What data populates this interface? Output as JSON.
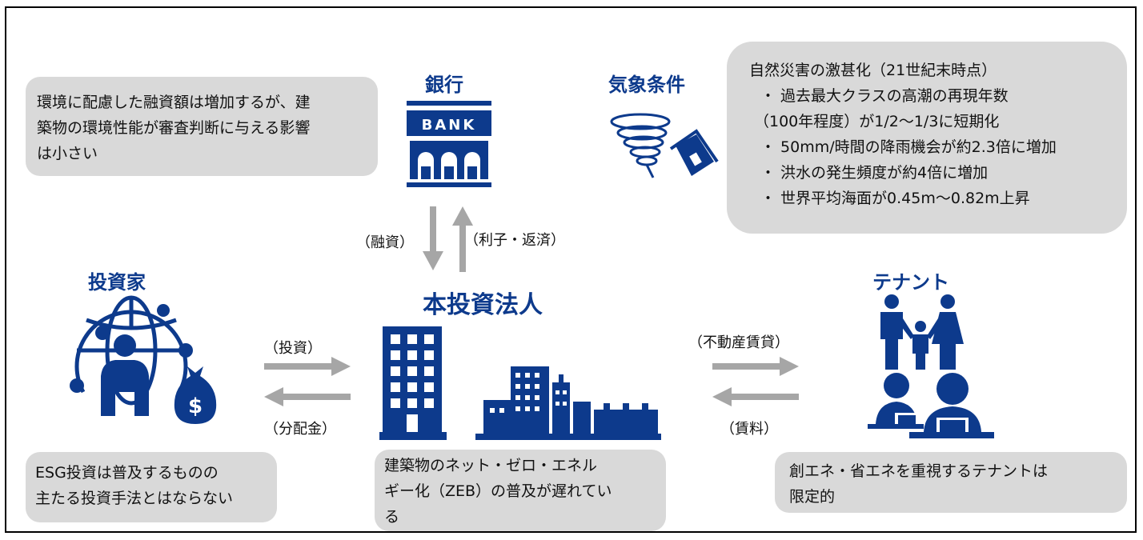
{
  "colors": {
    "brand": "#0d3a8c",
    "box": "#d9d9d9",
    "arrow": "#a6a6a6"
  },
  "bank": {
    "title": "銀行",
    "icon_text": "BANK",
    "note_lines": [
      "環境に配慮した融資額は増加するが、建",
      "築物の環境性能が審査判断に与える影響",
      "は小さい"
    ],
    "arrow_down_label": "（融資）",
    "arrow_up_label": "（利子・返済）"
  },
  "climate": {
    "title": "気象条件",
    "heading": "自然災害の激甚化（21世紀末時点）",
    "lines": [
      "・ 過去最大クラスの高潮の再現年数",
      "（100年程度）が1/2～1/3に短期化",
      "・ 50mm/時間の降雨機会が約2.3倍に増加",
      "・ 洪水の発生頻度が約4倍に増加",
      "・ 世界平均海面が0.45m～0.82m上昇"
    ]
  },
  "investor": {
    "title": "投資家",
    "arrow_right_label": "（投資）",
    "arrow_left_label": "（分配金）",
    "note_lines": [
      "ESG投資は普及するものの",
      "主たる投資手法とはならない"
    ]
  },
  "corporation": {
    "title": "本投資法人",
    "note_lines": [
      "建築物のネット・ゼロ・エネル",
      "ギー化（ZEB）の普及が遅れてい",
      "る"
    ]
  },
  "tenant": {
    "title": "テナント",
    "arrow_right_label": "（不動産賃貸）",
    "arrow_left_label": "（賃料）",
    "note_lines": [
      "創エネ・省エネを重視するテナントは",
      "限定的"
    ]
  }
}
